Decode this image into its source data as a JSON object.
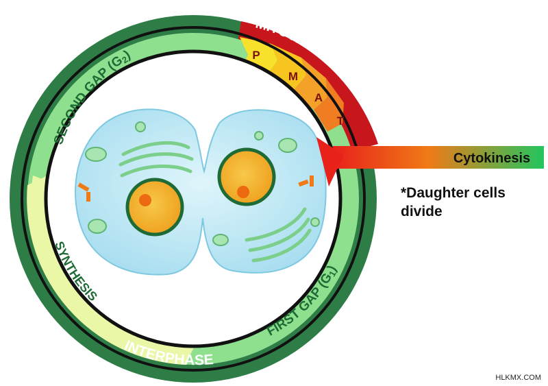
{
  "ring": {
    "mitotic_phase": "MITOTIC PHASE",
    "interphase": "INTERPHASE",
    "second_gap": "SECOND GAP (G",
    "second_gap_sub": "2",
    "first_gap": "FIRST GAP (G",
    "first_gap_sub": "1",
    "synthesis": "SYNTHESIS",
    "stages": [
      "P",
      "M",
      "A",
      "T"
    ]
  },
  "arrow": {
    "label": "Cytokinesis"
  },
  "note": {
    "line1": "*Daughter cells",
    "line2": "divide"
  },
  "credit": "HLKMX.COM",
  "colors": {
    "outer_ring": "#2e7d46",
    "mitotic_band": "#c8161d",
    "gap_band": "#8ee08f",
    "synthesis_band": "#e8f5a0",
    "cell_fill": "#b8e6f2",
    "nucleus": "#f5b62a",
    "organelle": "#9fe0a8"
  }
}
